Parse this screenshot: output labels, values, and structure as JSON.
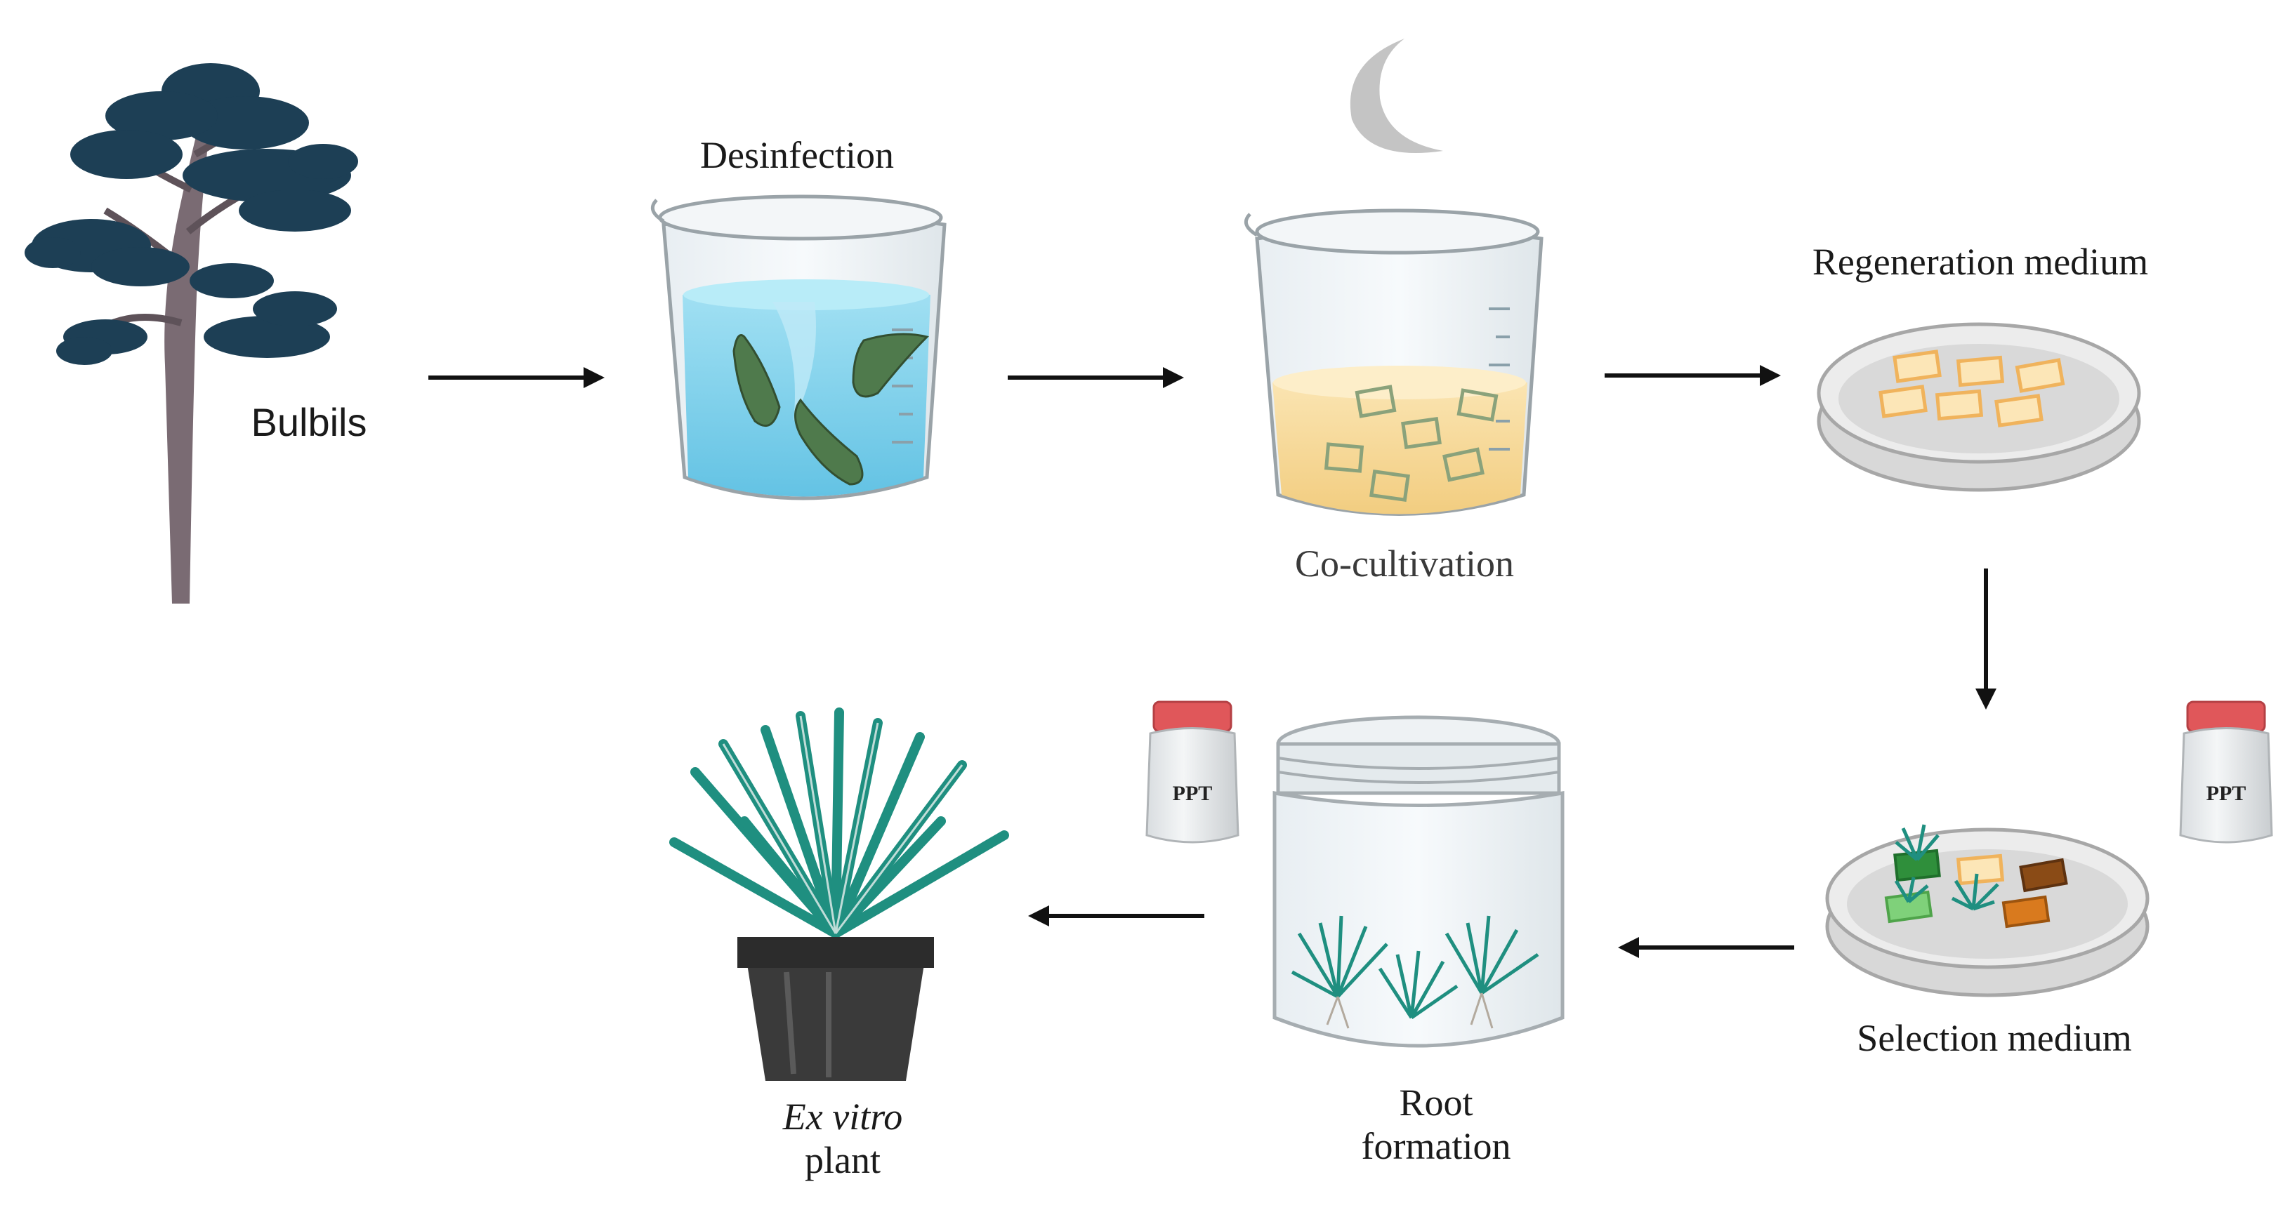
{
  "labels": {
    "bulbils": "Bulbils",
    "desinfection": "Desinfection",
    "co_cultivation": "Co-cultivation",
    "regeneration_medium": "Regeneration medium",
    "selection_medium": "Selection medium",
    "root_formation_line1": "Root",
    "root_formation_line2": "formation",
    "ex_vitro_italic": "Ex vitro",
    "ex_vitro_line2": "plant"
  },
  "bottles": {
    "selection_bottle_label": "PPT",
    "root_bottle_label": "PPT"
  },
  "icons": {
    "tree": "agave-tree-icon",
    "desinfection_beaker": "beaker-water-icon",
    "co_cultivation_beaker": "beaker-culture-icon",
    "night": "crescent-moon-icon",
    "regeneration_dish": "petri-dish-icon",
    "selection_dish": "petri-dish-icon",
    "root_jar": "culture-jar-icon",
    "potted_plant": "potted-agave-icon"
  },
  "colors": {
    "water": "#7fd0ea",
    "culture_medium": "#f6d99a",
    "agave_leaf": "#1f8f80",
    "tree_foliage": "#1d3f55",
    "arrow": "#111111",
    "bottle_cap": "#e0575a"
  }
}
